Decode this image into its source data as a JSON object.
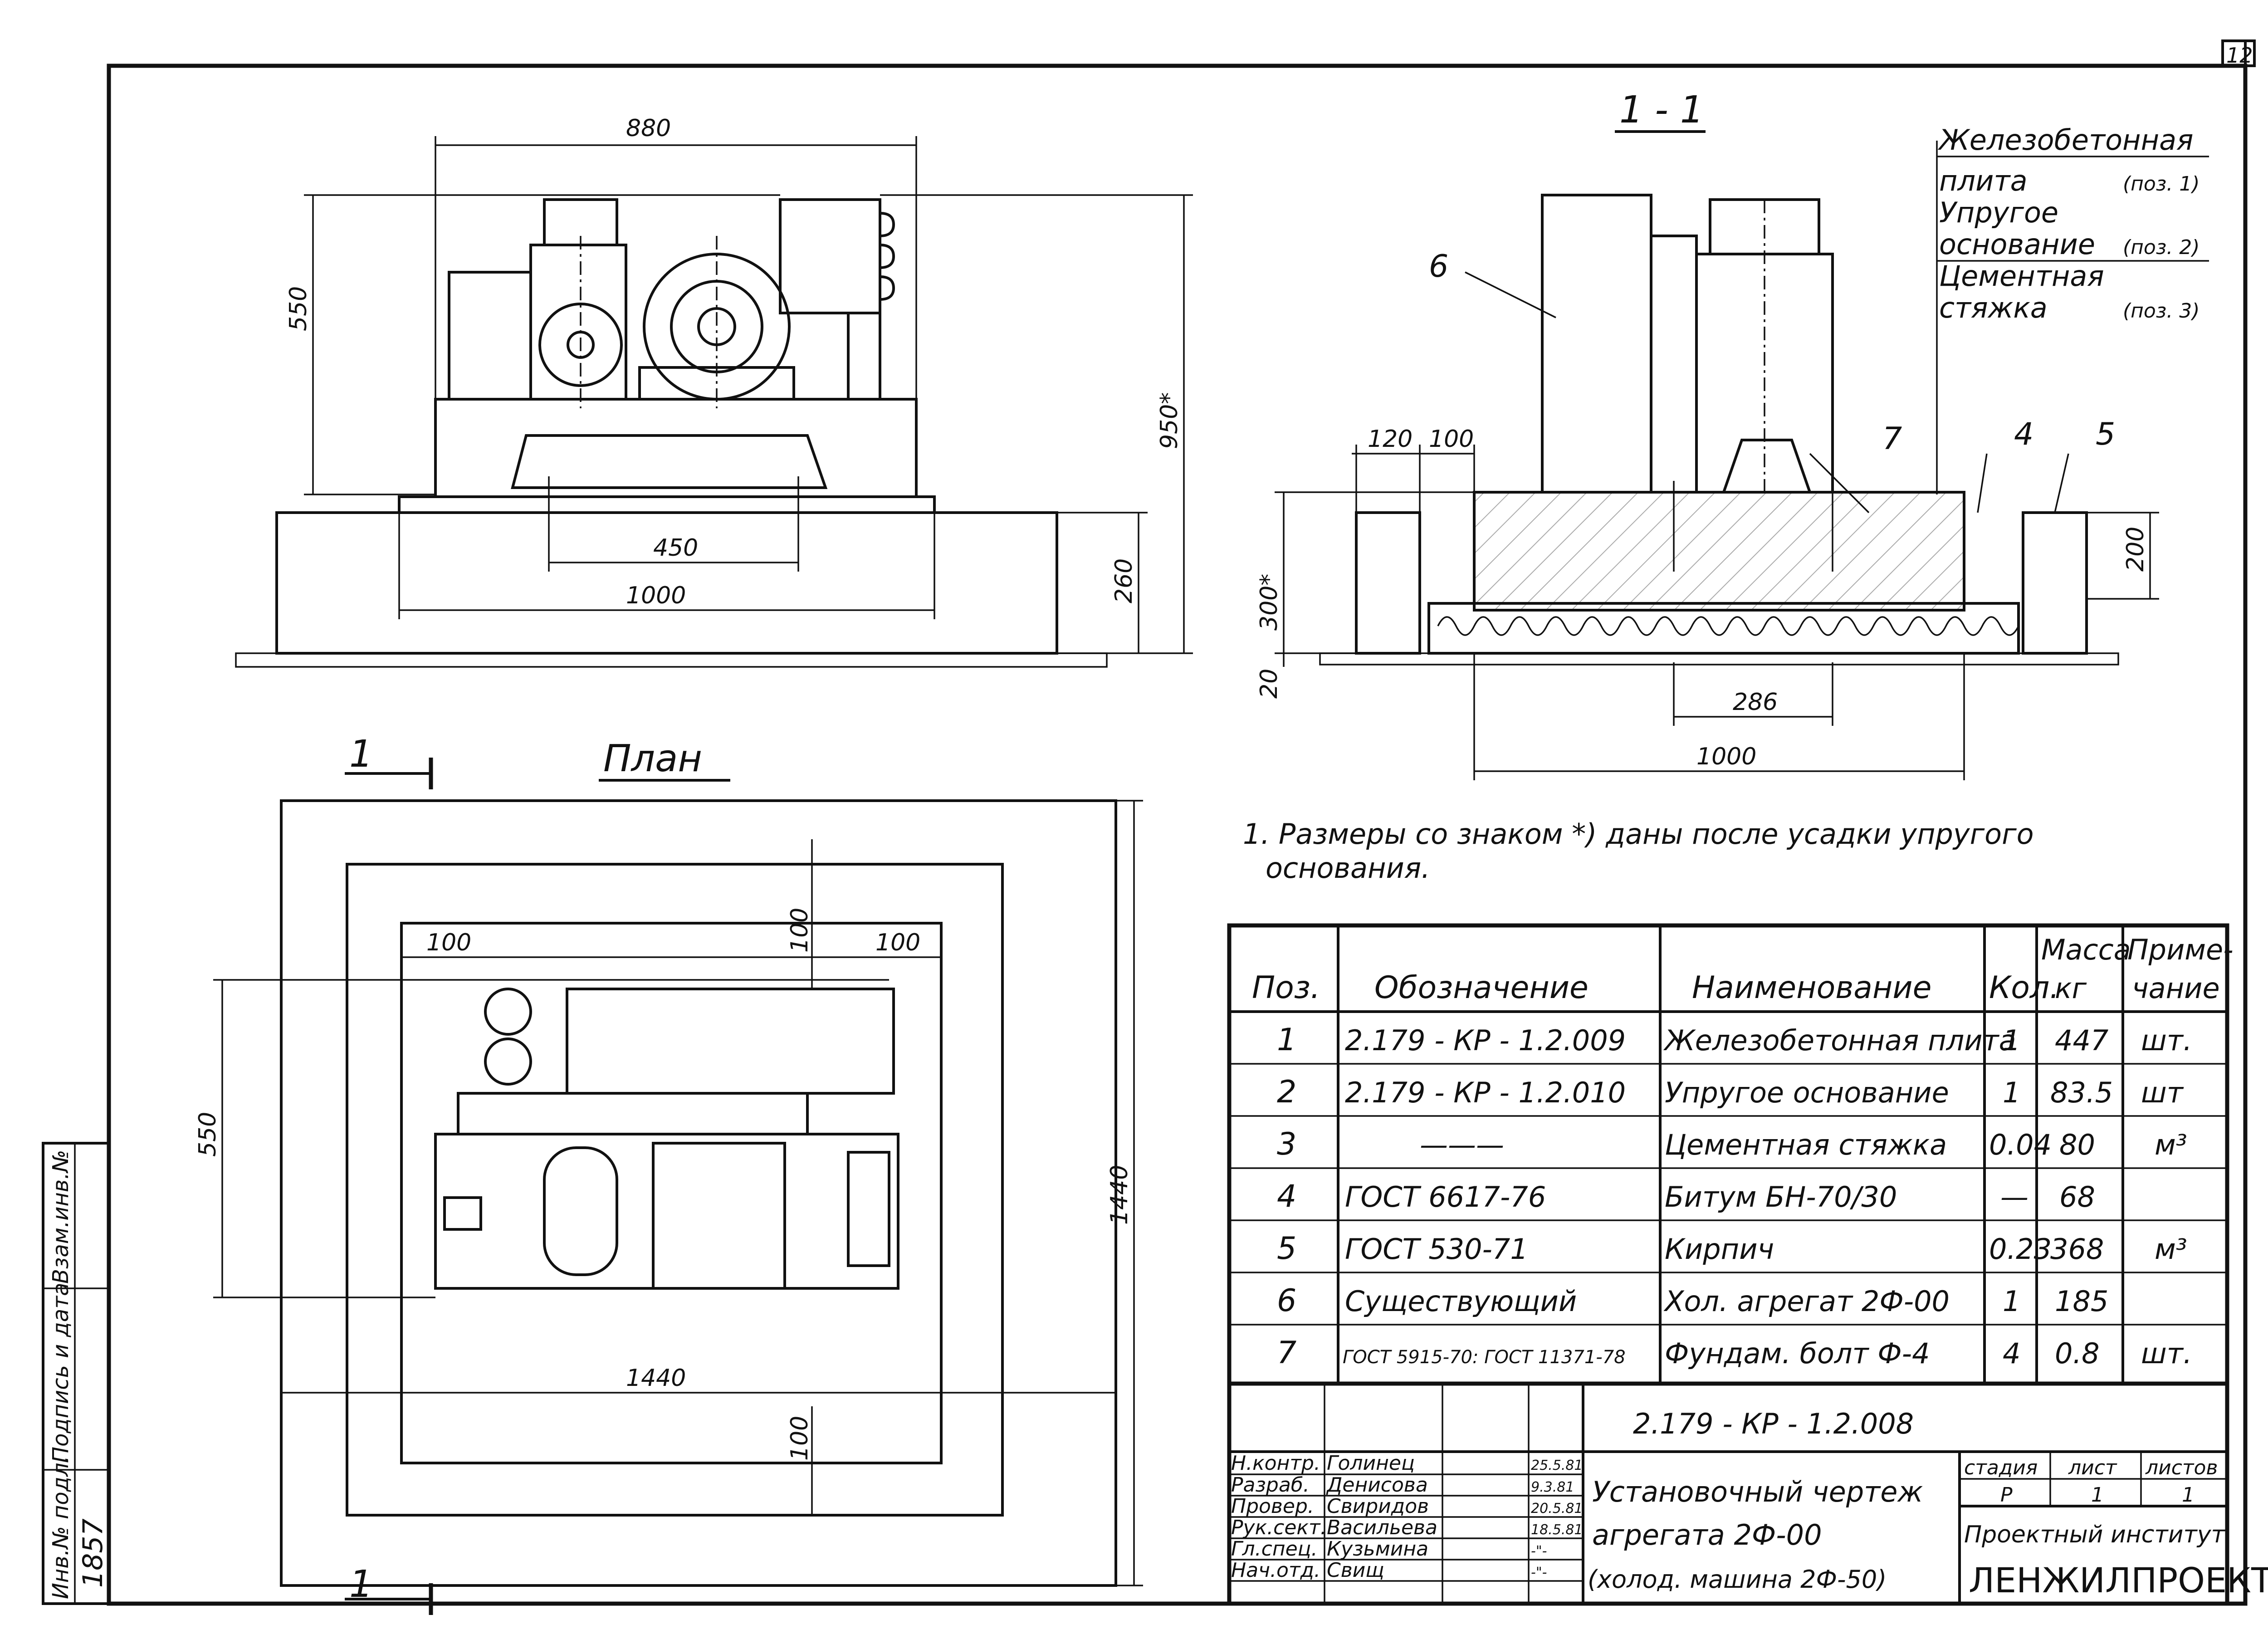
{
  "sheet_number": "12",
  "section_title": "1 - 1",
  "plan_title": "План",
  "section_marker": "1",
  "elevation_dims": {
    "width_top": "880",
    "height_left": "550",
    "height_right": "950*",
    "anchor_spacing": "450",
    "base_width": "1000",
    "base_height": "260"
  },
  "section_dims": {
    "d120": "120",
    "d100": "100",
    "d300": "300*",
    "d20": "20",
    "d200": "200",
    "d286": "286",
    "d1000": "1000"
  },
  "section_callouts": [
    {
      "pos": "6"
    },
    {
      "pos": "7"
    },
    {
      "pos": "4"
    },
    {
      "pos": "5"
    }
  ],
  "legend": [
    {
      "line1": "Железобетонная",
      "line2": "плита",
      "ref": "(поз. 1)"
    },
    {
      "line1": "Упругое",
      "line2": "основание",
      "ref": "(поз. 2)"
    },
    {
      "line1": "Цементная",
      "line2": "стяжка",
      "ref": "(поз. 3)"
    }
  ],
  "plan_dims": {
    "d100a": "100",
    "d100b": "100",
    "d100c": "100",
    "d100d": "100",
    "d550": "550",
    "d1440w": "1440",
    "d1440h": "1440"
  },
  "note": {
    "line1": "1. Размеры со знаком *) даны после усадки упругого",
    "line2": "основания."
  },
  "spec_table": {
    "headers": {
      "pos": "Поз.",
      "designation": "Обозначение",
      "name": "Наименование",
      "qty": "Кол.",
      "mass_l1": "Масса",
      "mass_l2": "кг",
      "note_l1": "Приме-",
      "note_l2": "чание"
    },
    "rows": [
      {
        "pos": "1",
        "designation": "2.179 - КР - 1.2.009",
        "name": "Железобетонная плита",
        "qty": "1",
        "mass": "447",
        "note": "шт."
      },
      {
        "pos": "2",
        "designation": "2.179 - КР - 1.2.010",
        "name": "Упругое основание",
        "qty": "1",
        "mass": "83.5",
        "note": "шт"
      },
      {
        "pos": "3",
        "designation": "———",
        "name": "Цементная стяжка",
        "qty": "0.04",
        "mass": "80",
        "note": "м³"
      },
      {
        "pos": "4",
        "designation": "ГОСТ 6617-76",
        "name": "Битум БН-70/30",
        "qty": "—",
        "mass": "68",
        "note": ""
      },
      {
        "pos": "5",
        "designation": "ГОСТ 530-71",
        "name": "Кирпич",
        "qty": "0.23",
        "mass": "368",
        "note": "м³"
      },
      {
        "pos": "6",
        "designation": "Существующий",
        "name": "Хол. агрегат 2Ф-00",
        "qty": "1",
        "mass": "185",
        "note": ""
      },
      {
        "pos": "7",
        "designation": "ГОСТ 5915-70: ГОСТ 11371-78",
        "name": "Фундам. болт Ф-4",
        "qty": "4",
        "mass": "0.8",
        "note": "шт."
      }
    ]
  },
  "title_block": {
    "code": "2.179 - КР - 1.2.008",
    "title_l1": "Установочный чертеж",
    "title_l2": "агрегата   2Ф-00",
    "title_l3": "(холод. машина 2Ф-50)",
    "stage_label": "стадия",
    "sheet_label": "лист",
    "sheets_label": "листов",
    "stage": "Р",
    "sheet": "1",
    "sheets": "1",
    "institute": "Проектный институт",
    "org": "ЛЕНЖИЛПРОЕКТ",
    "signatures": [
      {
        "role": "Н.контр.",
        "name": "Голинец",
        "date": "25.5.81"
      },
      {
        "role": "Разраб.",
        "name": "Денисова",
        "date": "9.3.81"
      },
      {
        "role": "Провер.",
        "name": "Свиридов",
        "date": "20.5.81"
      },
      {
        "role": "Рук.сект.",
        "name": "Васильева",
        "date": "18.5.81"
      },
      {
        "role": "Гл.спец.",
        "name": "Кузьмина",
        "date": "-\"-"
      },
      {
        "role": "Нач.отд.",
        "name": "Свищ",
        "date": "-\"-"
      }
    ]
  },
  "side_stamp": {
    "inv_orig": "Инв.№ подл.",
    "sign_date": "Подпись и дата",
    "inv_repl": "Взам.инв.№",
    "inv_value": "1857"
  }
}
